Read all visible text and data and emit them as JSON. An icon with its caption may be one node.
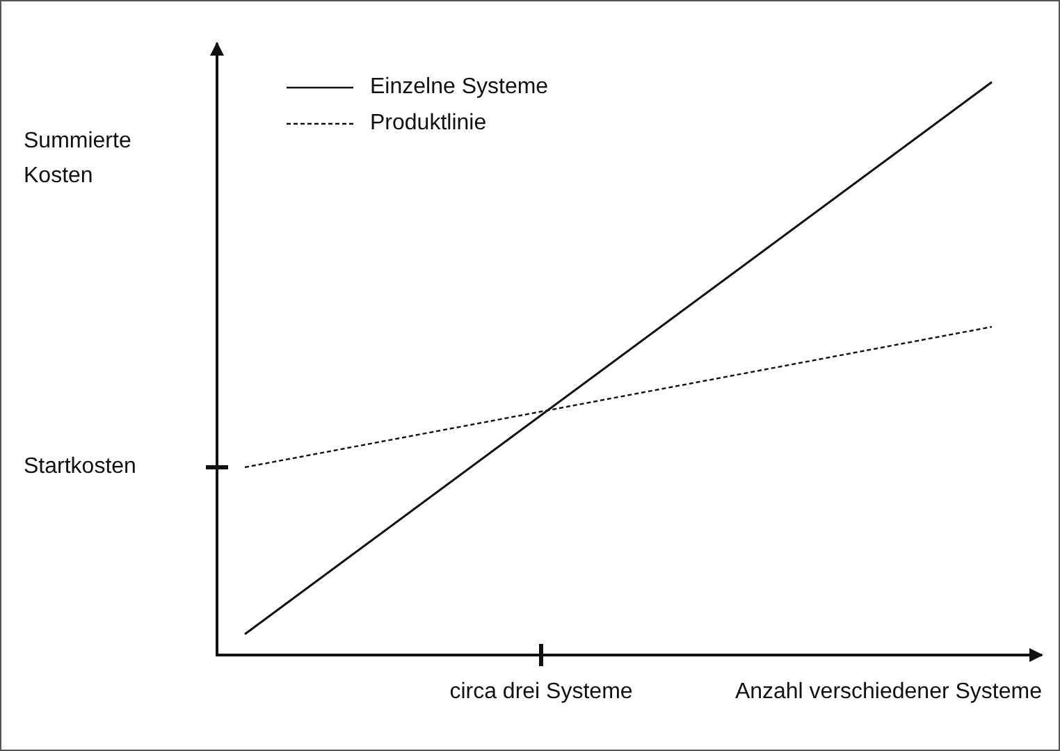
{
  "diagram": {
    "labels": [
      "Summierte Kosten",
      "Startkosten",
      "circa drei Systeme",
      "Anzahl verschiedener Systeme"
    ],
    "legend": [
      {
        "text": "Einzelne Systeme"
      },
      {
        "text": "Produktlinie"
      }
    ]
  }
}
